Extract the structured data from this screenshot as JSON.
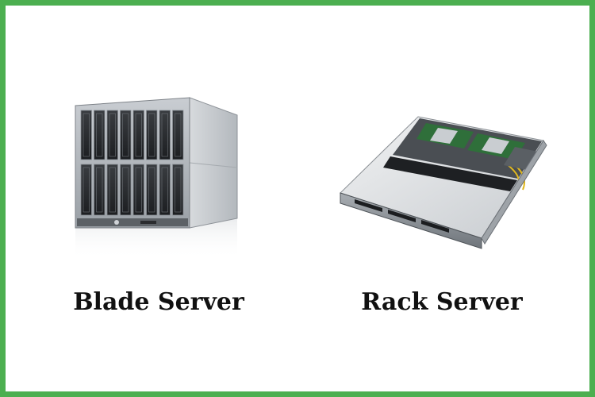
{
  "frame": {
    "border_color": "#4caf50",
    "background": "#ffffff"
  },
  "items": [
    {
      "label": "Blade Server",
      "image": "blade-server-chassis"
    },
    {
      "label": "Rack Server",
      "image": "rack-server-1u"
    }
  ]
}
